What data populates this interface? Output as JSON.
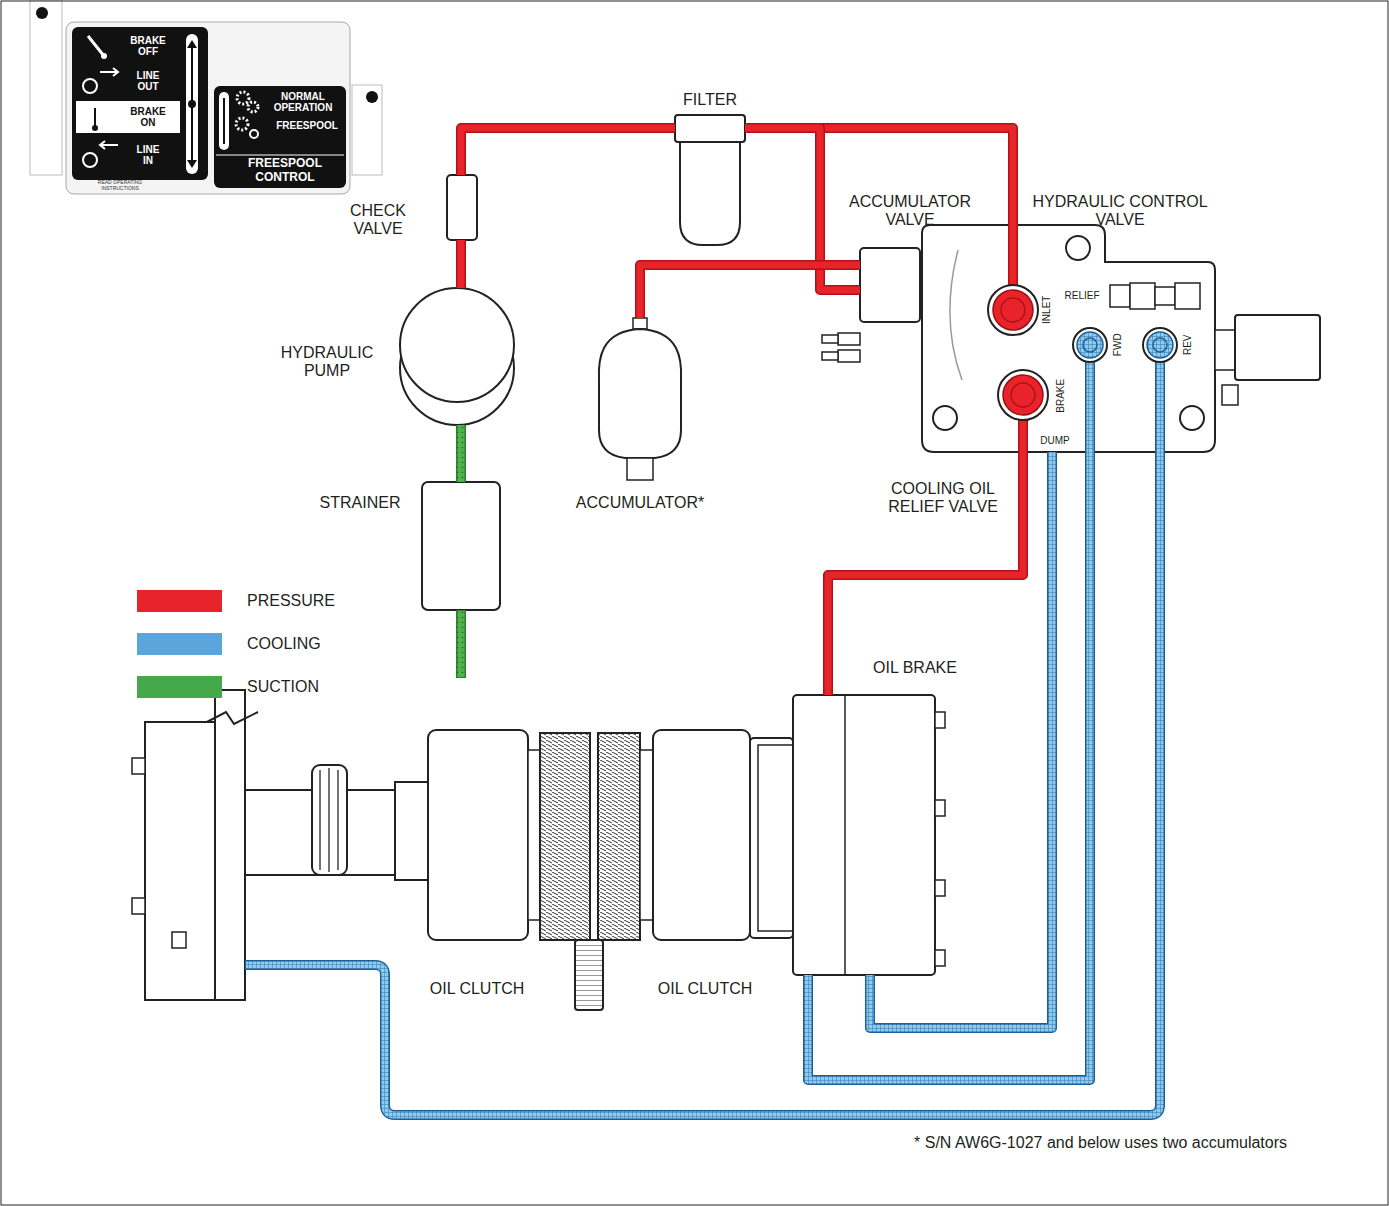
{
  "diagram": {
    "nodes": [
      {
        "text": [
          "BRAKE OFF",
          "LINE OUT",
          "BRAKE ON",
          "LINE IN"
        ]
      },
      {
        "text": [
          "NORMAL OPERATION",
          "FREESPOOL",
          "FREESPOOL CONTROL"
        ]
      },
      {
        "text": [
          "FILTER"
        ]
      },
      {
        "text": [
          "CHECK VALVE"
        ]
      },
      {
        "text": [
          "ACCUMULATOR VALVE"
        ]
      },
      {
        "text": [
          "HYDRAULIC CONTROL VALVE",
          "RELIEF",
          "INLET",
          "FWD",
          "REV",
          "BRAKE",
          "DUMP"
        ]
      },
      {
        "text": [
          "HYDRAULIC PUMP"
        ]
      },
      {
        "text": [
          "STRAINER"
        ]
      },
      {
        "text": [
          "ACCUMULATOR*"
        ]
      },
      {
        "text": [
          "OIL BRAKE"
        ]
      },
      {
        "text": [
          "OIL CLUTCH"
        ]
      },
      {
        "text": [
          "OIL CLUTCH"
        ]
      }
    ],
    "edges": [
      {
        "from": 7,
        "to": 6,
        "arrow": "none"
      },
      {
        "from": 6,
        "to": 3,
        "arrow": "none"
      },
      {
        "from": 3,
        "to": 2,
        "arrow": "none"
      },
      {
        "from": 2,
        "to": 5,
        "arrow": "none"
      },
      {
        "from": 2,
        "to": 4,
        "arrow": "none"
      },
      {
        "from": 8,
        "to": 4,
        "arrow": "none"
      },
      {
        "from": 5,
        "to": 9,
        "arrow": "none"
      },
      {
        "from": 5,
        "to": 9,
        "arrow": "none"
      },
      {
        "from": 5,
        "to": 9,
        "arrow": "none"
      }
    ],
    "labels": [
      "COOLING OIL RELIEF VALVE",
      "READ OPERATING INSTRUCTIONS",
      "* S/N AW6G-1027 and below uses two accumulators"
    ],
    "legend": [
      {
        "text": "PRESSURE",
        "color": "#e8232a"
      },
      {
        "text": "COOLING",
        "color": "#5aa6dc"
      },
      {
        "text": "SUCTION",
        "color": "#45a84a"
      }
    ]
  }
}
